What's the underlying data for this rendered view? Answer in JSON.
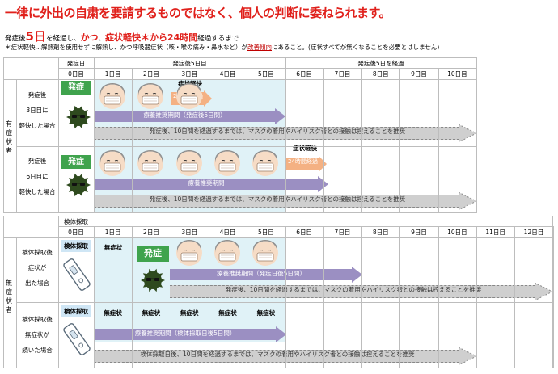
{
  "headline": "一律に外出の自粛を要請するものではなく、個人の判断に委ねられます。",
  "desc1": {
    "p1": "発症後",
    "p2": "5日",
    "p3": "を経過し、",
    "p4": "かつ",
    "p5": "、",
    "p6": "症状軽快",
    "p7": "＊",
    "p8": "から24時間",
    "p9": "経過するまで"
  },
  "desc2": {
    "p1": "＊症状軽快…解熱剤を使用せずに解熱し、かつ呼吸器症状（咳・喉の痛み・鼻水など）が",
    "link": "改善傾向",
    "p2": "にあること。(症状すべてが無くなることを必要とはしません)"
  },
  "top": {
    "group_onset": "発症日",
    "group_5days": "発症後5日目",
    "group_after5": "発症後5日を経過",
    "days": [
      "0日目",
      "1日目",
      "2日目",
      "3日目",
      "4日目",
      "5日目",
      "6日目",
      "7日目",
      "8日目",
      "9日目",
      "10日目"
    ],
    "side_label": "有症状者",
    "row1_label": [
      "発症後",
      "3日目に",
      "軽快した場合"
    ],
    "row2_label": [
      "発症後",
      "6日目に",
      "軽快した場合"
    ],
    "onset_tag": "発症",
    "relief": "症状軽快",
    "hours24": "24時間経過",
    "row1_purple": "療養推奨期間（発症後5日間）",
    "row2_purple": "療養推奨期間",
    "gray": "発症後、10日間を経過するまでは、マスクの着用やハイリスク者との接触は控えることを推奨"
  },
  "bottom": {
    "group_test": "検体採取",
    "days": [
      "0日目",
      "1日目",
      "2日目",
      "3日目",
      "4日目",
      "5日目",
      "6日目",
      "7日目",
      "8日目",
      "9日目",
      "10日目",
      "11日目",
      "12日目"
    ],
    "side_label": "無症状者",
    "row1_label": [
      "検体採取後",
      "症状が",
      "出た場合"
    ],
    "row2_label": [
      "検体採取後",
      "無症状が",
      "続いた場合"
    ],
    "test_tag": "検体採取",
    "no_symptom": "無症状",
    "onset_tag": "発症",
    "row1_purple": "療養推奨期間（発症日後5日間）",
    "row1_gray": "発症後、10日間を経過するまでは、マスクの着用やハイリスク者との接触は控えることを推奨",
    "row2_purple": "療養推奨期間（検体採取日後5日間）",
    "row2_gray": "検体採取日後、10日間を経過するまでは、マスクの着用やハイリスク者との接触は控えることを推奨"
  },
  "colors": {
    "red": "#e0201b",
    "green": "#3fa34d",
    "purple": "#9b8fc2",
    "orange": "#f4b183",
    "shade": "#e0f2f7"
  }
}
